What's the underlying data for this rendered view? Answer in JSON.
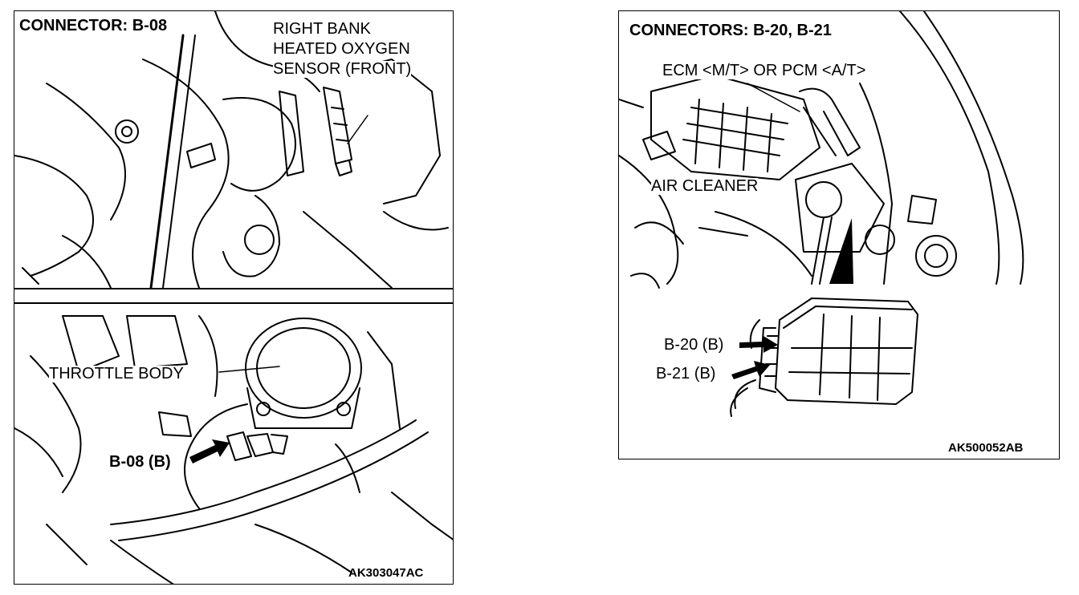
{
  "left_figure": {
    "title": "CONNECTOR: B-08",
    "callout_sensor": [
      "RIGHT BANK",
      "HEATED OXYGEN",
      "SENSOR (FRONT)"
    ],
    "callout_throttle": "THROTTLE BODY",
    "connector_label": "B-08 (B)",
    "figure_id": "AK303047AC"
  },
  "right_figure": {
    "title": "CONNECTORS: B-20, B-21",
    "callout_ecm": "ECM <M/T> OR PCM <A/T>",
    "callout_air_cleaner": "AIR CLEANER",
    "connector_b20": "B-20 (B)",
    "connector_b21": "B-21 (B)",
    "figure_id": "AK500052AB"
  }
}
